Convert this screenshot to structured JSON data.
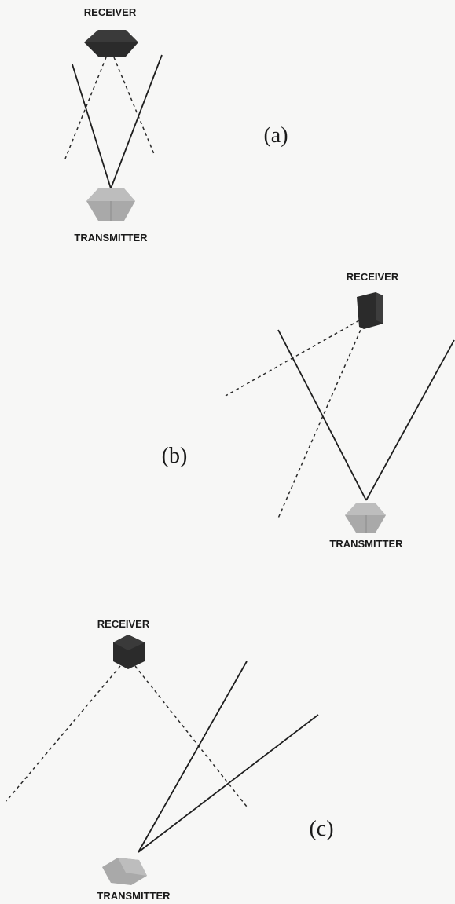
{
  "panels": [
    {
      "id": "a",
      "label": "(a)",
      "receiver_label": "RECEIVER",
      "transmitter_label": "TRANSMITTER"
    },
    {
      "id": "b",
      "label": "(b)",
      "receiver_label": "RECEIVER",
      "transmitter_label": "TRANSMITTER"
    },
    {
      "id": "c",
      "label": "(c)",
      "receiver_label": "RECEIVER",
      "transmitter_label": "TRANSMITTER"
    }
  ],
  "colors": {
    "receiver": "#2b2b2b",
    "transmitter": "#a9a9a9",
    "solid_line": "#1e1e1e",
    "dashed_line": "#2a2a2a",
    "background": "#f7f7f6"
  },
  "legend_semantics": {
    "solid": "transmitter-beam",
    "dashed": "receiver-field-of-view"
  }
}
